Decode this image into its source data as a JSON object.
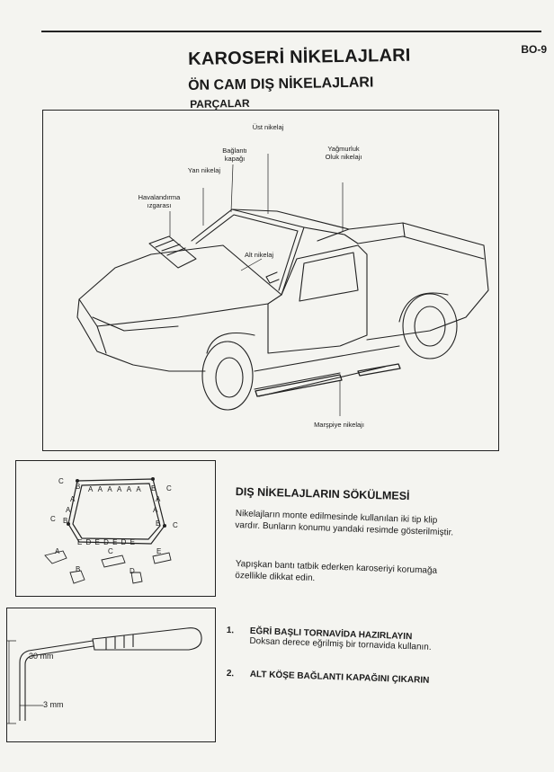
{
  "header": {
    "page_number": "BO-9"
  },
  "titles": {
    "main": "KAROSERİ NİKELAJLARI",
    "sub": "ÖN CAM DIŞ NİKELAJLARI",
    "parts": "PARÇALAR"
  },
  "diagram_labels": {
    "havalandirma": "Havalandırma ızgarası",
    "yan": "Yan nikelaj",
    "baglanti": "Bağlantı kapağı",
    "ust": "Üst nikelaj",
    "yagmurluk": "Yağmurluk Oluk nikelajı",
    "alt": "Alt nikelaj",
    "marspiye": "Marşpiye nikelajı"
  },
  "clip_diagram": {
    "top_row": "A A A A A A",
    "bottom_row": "E D E D E D E",
    "letters": [
      "A",
      "B",
      "C",
      "D",
      "E"
    ]
  },
  "section": {
    "title": "DIŞ NİKELAJLARIN SÖKÜLMESİ",
    "para1": "Nikelajların monte edilmesinde kullanılan iki tip klip vardır. Bunların konumu yandaki resimde gösterilmiştir.",
    "para2": "Yapışkan bantı tatbik ederken karoseriyi korumağa özellikle dikkat edin."
  },
  "steps": [
    {
      "num": "1.",
      "title": "EĞRİ BAŞLI TORNAVİDA HAZIRLAYIN",
      "text": "Doksan derece eğrilmiş bir tornavida kullanın."
    },
    {
      "num": "2.",
      "title": "ALT KÖŞE BAĞLANTI KAPAĞINI ÇIKARIN",
      "text": ""
    }
  ],
  "tool_dims": {
    "height": "30 mm",
    "tip": "3 mm"
  }
}
